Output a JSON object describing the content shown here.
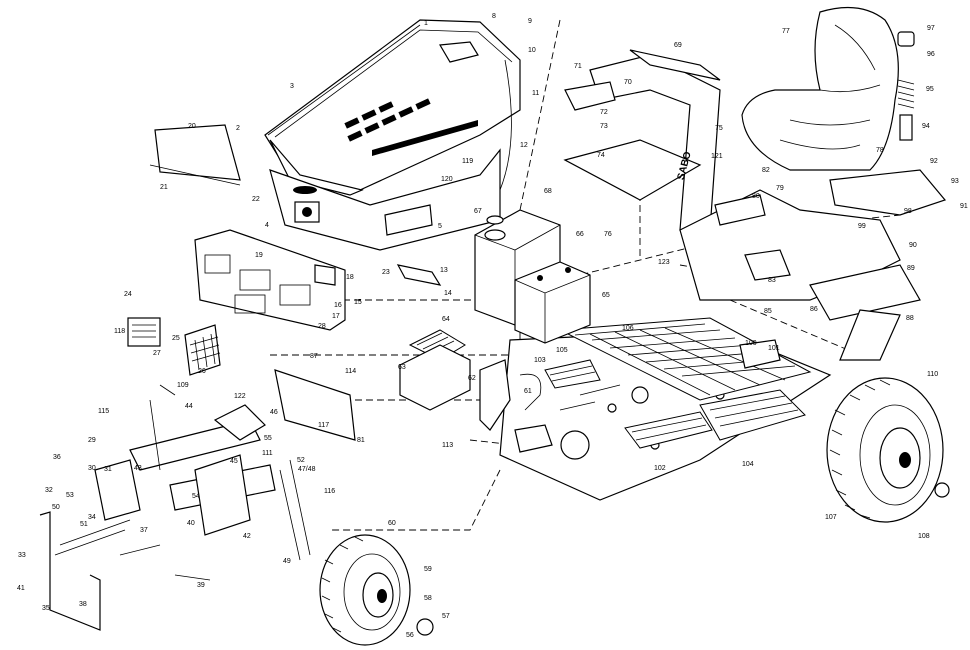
{
  "diagram": {
    "brand_text": "SABO",
    "callouts": [
      {
        "label": "1"
      },
      {
        "label": "2"
      },
      {
        "label": "3"
      },
      {
        "label": "4"
      },
      {
        "label": "5"
      },
      {
        "label": "8"
      },
      {
        "label": "9"
      },
      {
        "label": "10"
      },
      {
        "label": "11"
      },
      {
        "label": "12"
      },
      {
        "label": "13"
      },
      {
        "label": "14"
      },
      {
        "label": "15"
      },
      {
        "label": "16"
      },
      {
        "label": "17"
      },
      {
        "label": "18"
      },
      {
        "label": "19"
      },
      {
        "label": "20"
      },
      {
        "label": "21"
      },
      {
        "label": "22"
      },
      {
        "label": "23"
      },
      {
        "label": "24"
      },
      {
        "label": "25"
      },
      {
        "label": "26"
      },
      {
        "label": "27"
      },
      {
        "label": "28"
      },
      {
        "label": "29"
      },
      {
        "label": "30"
      },
      {
        "label": "31"
      },
      {
        "label": "32"
      },
      {
        "label": "33"
      },
      {
        "label": "34"
      },
      {
        "label": "35"
      },
      {
        "label": "36"
      },
      {
        "label": "37"
      },
      {
        "label": "38"
      },
      {
        "label": "39"
      },
      {
        "label": "40"
      },
      {
        "label": "41"
      },
      {
        "label": "42"
      },
      {
        "label": "43"
      },
      {
        "label": "44"
      },
      {
        "label": "45"
      },
      {
        "label": "46"
      },
      {
        "label": "47/48"
      },
      {
        "label": "49"
      },
      {
        "label": "50"
      },
      {
        "label": "51"
      },
      {
        "label": "52"
      },
      {
        "label": "53"
      },
      {
        "label": "54"
      },
      {
        "label": "55"
      },
      {
        "label": "56"
      },
      {
        "label": "57"
      },
      {
        "label": "58"
      },
      {
        "label": "59"
      },
      {
        "label": "60"
      },
      {
        "label": "61"
      },
      {
        "label": "62"
      },
      {
        "label": "63"
      },
      {
        "label": "64"
      },
      {
        "label": "65"
      },
      {
        "label": "66"
      },
      {
        "label": "67"
      },
      {
        "label": "68"
      },
      {
        "label": "69"
      },
      {
        "label": "70"
      },
      {
        "label": "71"
      },
      {
        "label": "72"
      },
      {
        "label": "73"
      },
      {
        "label": "74"
      },
      {
        "label": "75"
      },
      {
        "label": "76"
      },
      {
        "label": "77"
      },
      {
        "label": "78"
      },
      {
        "label": "79"
      },
      {
        "label": "80"
      },
      {
        "label": "81"
      },
      {
        "label": "82"
      },
      {
        "label": "83"
      },
      {
        "label": "85"
      },
      {
        "label": "86"
      },
      {
        "label": "87"
      },
      {
        "label": "88"
      },
      {
        "label": "89"
      },
      {
        "label": "90"
      },
      {
        "label": "91"
      },
      {
        "label": "92"
      },
      {
        "label": "93"
      },
      {
        "label": "94"
      },
      {
        "label": "95"
      },
      {
        "label": "96"
      },
      {
        "label": "97"
      },
      {
        "label": "98"
      },
      {
        "label": "99"
      },
      {
        "label": "100"
      },
      {
        "label": "101"
      },
      {
        "label": "102"
      },
      {
        "label": "103"
      },
      {
        "label": "104"
      },
      {
        "label": "105"
      },
      {
        "label": "106"
      },
      {
        "label": "107"
      },
      {
        "label": "108"
      },
      {
        "label": "109"
      },
      {
        "label": "110"
      },
      {
        "label": "111"
      },
      {
        "label": "113"
      },
      {
        "label": "114"
      },
      {
        "label": "115"
      },
      {
        "label": "116"
      },
      {
        "label": "117"
      },
      {
        "label": "118"
      },
      {
        "label": "119"
      },
      {
        "label": "120"
      },
      {
        "label": "121"
      },
      {
        "label": "122"
      },
      {
        "label": "123"
      }
    ]
  }
}
